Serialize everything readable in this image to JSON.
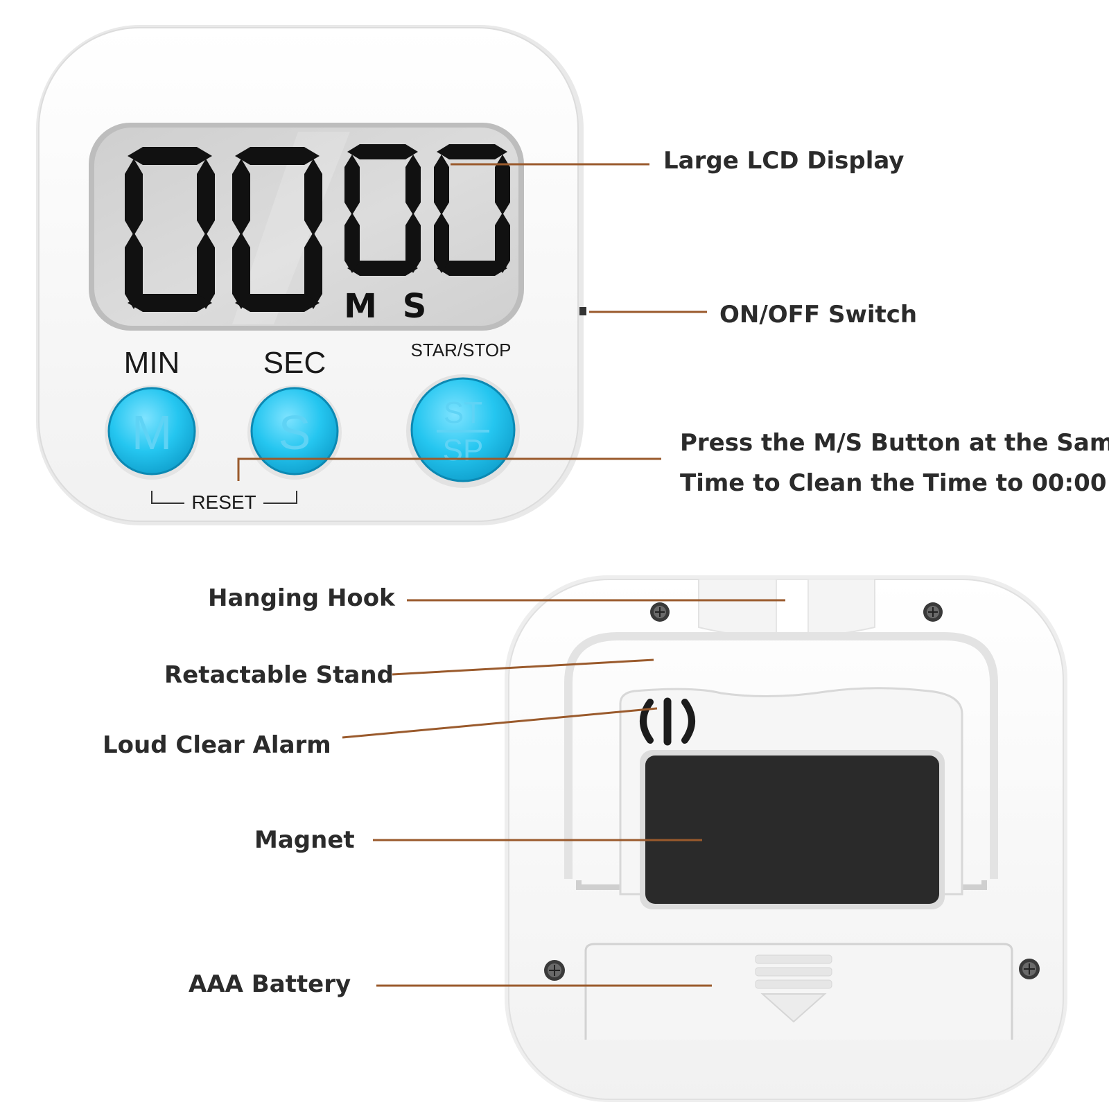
{
  "front": {
    "display": {
      "digits": [
        "0",
        "0",
        "0",
        "0"
      ],
      "unit_min": "M",
      "unit_sec": "S"
    },
    "buttons": {
      "min": {
        "label": "MIN",
        "glyph": "M"
      },
      "sec": {
        "label": "SEC",
        "glyph": "S"
      },
      "start_stop": {
        "label": "STAR/STOP",
        "glyph_top": "ST",
        "glyph_bottom": "SP"
      }
    },
    "reset_label": "RESET"
  },
  "callouts": {
    "lcd": "Large LCD Display",
    "switch": "ON/OFF Switch",
    "reset_line1": "Press the M/S Button at the Same",
    "reset_line2": "Time to Clean the Time to 00:00",
    "hook": "Hanging Hook",
    "stand": "Retactable Stand",
    "alarm": "Loud Clear Alarm",
    "magnet": "Magnet",
    "battery": "AAA Battery"
  },
  "colors": {
    "button_blue": "#25c6f0",
    "leader_line": "#9a5a2c",
    "lcd_background": "#d6d6d6",
    "lcd_segment": "#111111",
    "magnet": "#2a2a2a"
  }
}
